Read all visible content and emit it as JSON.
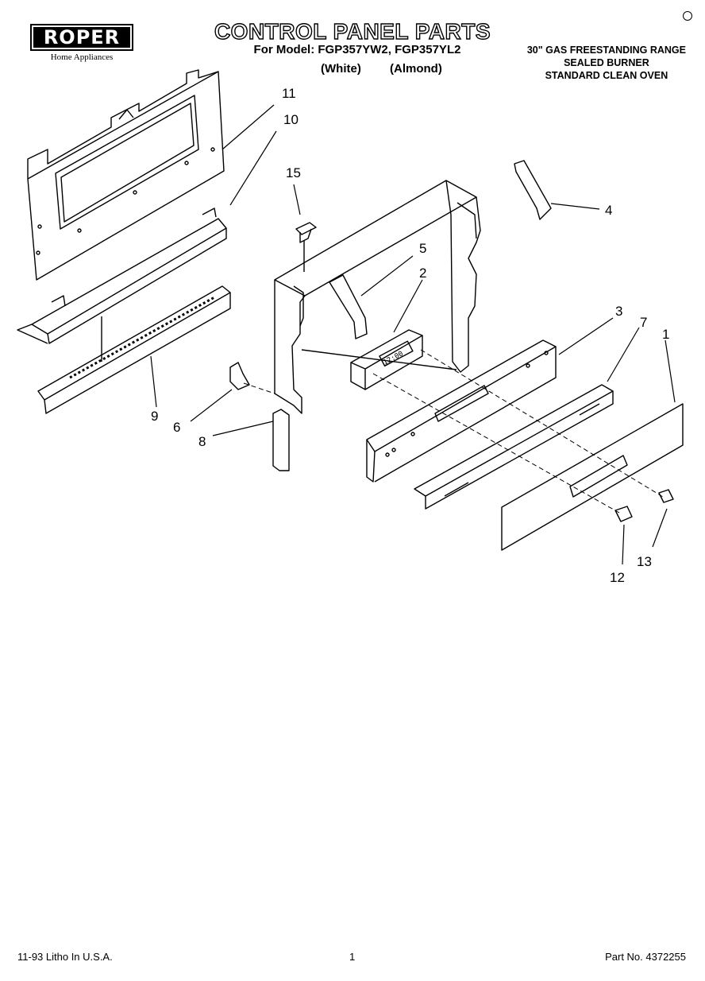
{
  "brand": {
    "name": "ROPER",
    "tagline": "Home Appliances"
  },
  "header": {
    "title": "CONTROL PANEL PARTS",
    "models": "For Model: FGP357YW2, FGP357YL2",
    "variant_white": "(White)",
    "variant_almond": "(Almond)"
  },
  "description": {
    "line1": "30\" GAS FREESTANDING RANGE",
    "line2": "SEALED BURNER",
    "line3": "STANDARD CLEAN OVEN"
  },
  "callouts": {
    "c1": "1",
    "c2": "2",
    "c3": "3",
    "c4": "4",
    "c5": "5",
    "c6": "6",
    "c7": "7",
    "c8": "8",
    "c9": "9",
    "c10": "10",
    "c11": "11",
    "c12": "12",
    "c13": "13",
    "c15": "15"
  },
  "clock_display": "12:00",
  "footer": {
    "print_info": "11-93 Litho In U.S.A.",
    "page_number": "1",
    "part_number": "Part No. 4372255"
  }
}
